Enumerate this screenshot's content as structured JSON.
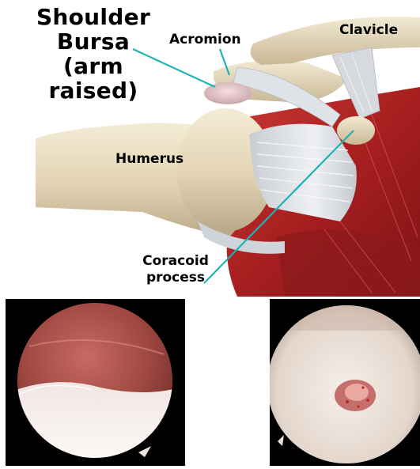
{
  "labels": {
    "bursa": [
      "Shoulder",
      "Bursa",
      "(arm",
      "raised)"
    ],
    "acromion": "Acromion",
    "clavicle": "Clavicle",
    "humerus": "Humerus",
    "coracoid": [
      "Coracoid",
      "process"
    ]
  },
  "colors": {
    "pointer_line": "#1fb3b3",
    "bone": "#e8dcc0",
    "muscle": "#b32424",
    "tendon": "#d9dde3"
  }
}
